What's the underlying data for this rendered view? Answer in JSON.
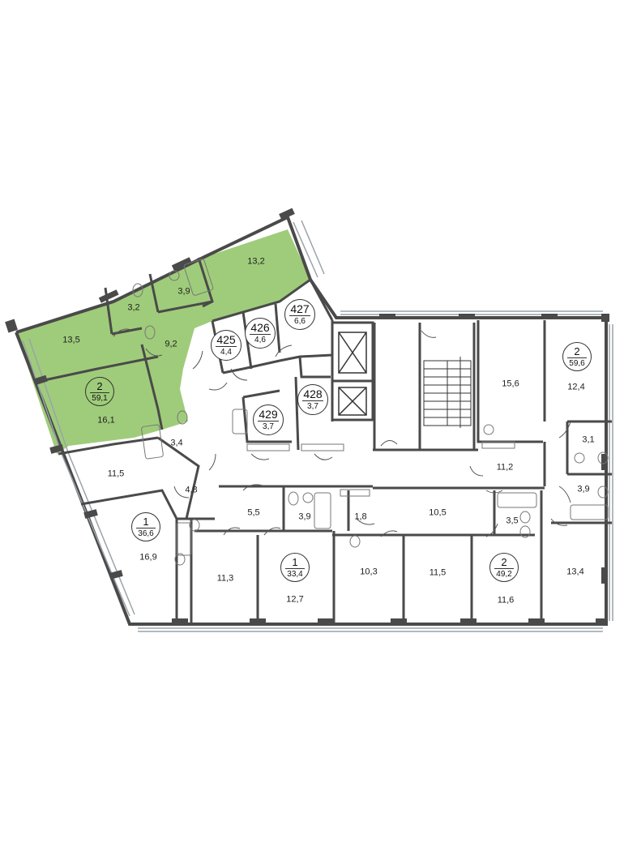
{
  "colors": {
    "highlight": "#9fcc7a",
    "wall": "#4a4a4a",
    "window": "#9aa4aa",
    "wallLight": "#bfbfbf"
  },
  "icons": [
    "elevator-icon",
    "stairs-icon",
    "door-icon",
    "bathtub-icon",
    "toilet-icon",
    "sink-icon"
  ],
  "apartments": [
    {
      "id": "apt-left-2",
      "rooms": "2",
      "area": "59,1",
      "highlighted": true
    },
    {
      "id": "apt-left-1",
      "rooms": "1",
      "area": "36,6",
      "highlighted": false
    },
    {
      "id": "apt-center-1",
      "rooms": "1",
      "area": "33,4",
      "highlighted": false
    },
    {
      "id": "apt-right-2-bottom",
      "rooms": "2",
      "area": "49,2",
      "highlighted": false
    },
    {
      "id": "apt-right-2-top",
      "rooms": "2",
      "area": "59,6",
      "highlighted": false
    }
  ],
  "storage_units": [
    {
      "num": "425",
      "area": "4,4"
    },
    {
      "num": "426",
      "area": "4,6"
    },
    {
      "num": "427",
      "area": "6,6"
    },
    {
      "num": "428",
      "area": "3,7"
    },
    {
      "num": "429",
      "area": "3,7"
    }
  ],
  "rooms": [
    {
      "area": "13,2"
    },
    {
      "area": "3,9"
    },
    {
      "area": "3,2"
    },
    {
      "area": "13,5"
    },
    {
      "area": "9,2"
    },
    {
      "area": "16,1"
    },
    {
      "area": "3,4"
    },
    {
      "area": "11,5"
    },
    {
      "area": "4,8"
    },
    {
      "area": "16,9"
    },
    {
      "area": "11,3"
    },
    {
      "area": "5,5"
    },
    {
      "area": "3,9"
    },
    {
      "area": "12,7"
    },
    {
      "area": "1,8"
    },
    {
      "area": "10,3"
    },
    {
      "area": "10,5"
    },
    {
      "area": "11,5"
    },
    {
      "area": "3,5"
    },
    {
      "area": "11,6"
    },
    {
      "area": "15,6"
    },
    {
      "area": "11,2"
    },
    {
      "area": "12,4"
    },
    {
      "area": "3,1"
    },
    {
      "area": "3,9"
    },
    {
      "area": "13,4"
    }
  ]
}
